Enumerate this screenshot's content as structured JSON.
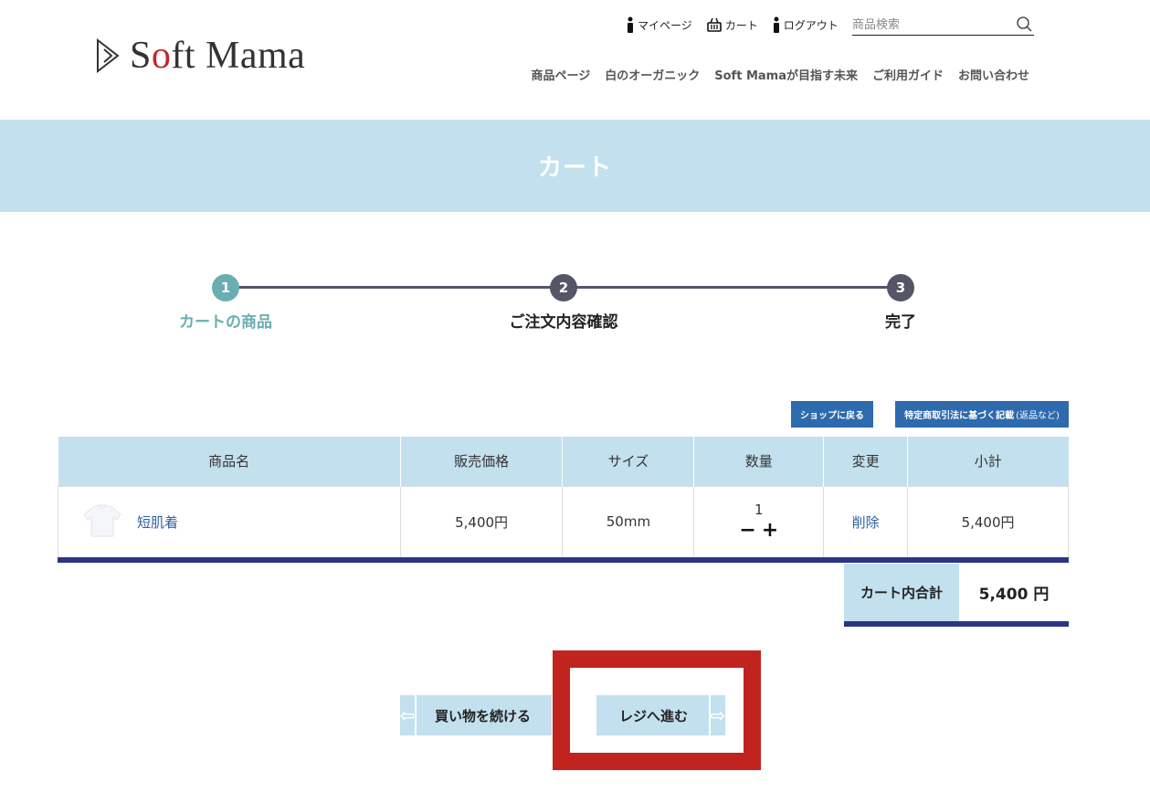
{
  "header": {
    "logo_text_s": "S",
    "logo_text_o": "o",
    "logo_text_rest": "ft Mama",
    "util_nav": {
      "mypage": "マイページ",
      "cart": "カート",
      "logout": "ログアウト"
    },
    "search": {
      "placeholder": "商品検索",
      "value": ""
    },
    "main_nav": [
      "商品ページ",
      "白のオーガニック",
      "Soft Mamaが目指す未来",
      "ご利用ガイド",
      "お問い合わせ"
    ]
  },
  "banner": {
    "title": "カート"
  },
  "stepper": {
    "steps": [
      {
        "number": "1",
        "label": "カートの商品",
        "active": true
      },
      {
        "number": "2",
        "label": "ご注文内容確認",
        "active": false
      },
      {
        "number": "3",
        "label": "完了",
        "active": false
      }
    ]
  },
  "actions": {
    "back_to_shop": "ショップに戻る",
    "legal_notice": "特定商取引法に基づく記載",
    "legal_notice_sub": "(返品など)"
  },
  "cart_table": {
    "headers": [
      "商品名",
      "販売価格",
      "サイズ",
      "数量",
      "変更",
      "小計"
    ],
    "rows": [
      {
        "name": "短肌着",
        "price": "5,400円",
        "size": "50mm",
        "quantity": "1",
        "minus": "−",
        "plus": "+",
        "delete": "削除",
        "subtotal": "5,400円"
      }
    ]
  },
  "total": {
    "label": "カート内合計",
    "value": "5,400 円"
  },
  "buttons": {
    "continue": "買い物を続ける",
    "checkout": "レジへ進む"
  },
  "colors": {
    "banner": "#c3e0ee",
    "step_active": "#6aaeb1",
    "step_inactive": "#555568",
    "primary_button": "#2e6aae",
    "rule": "#2b3585",
    "highlight": "#c1231f"
  }
}
